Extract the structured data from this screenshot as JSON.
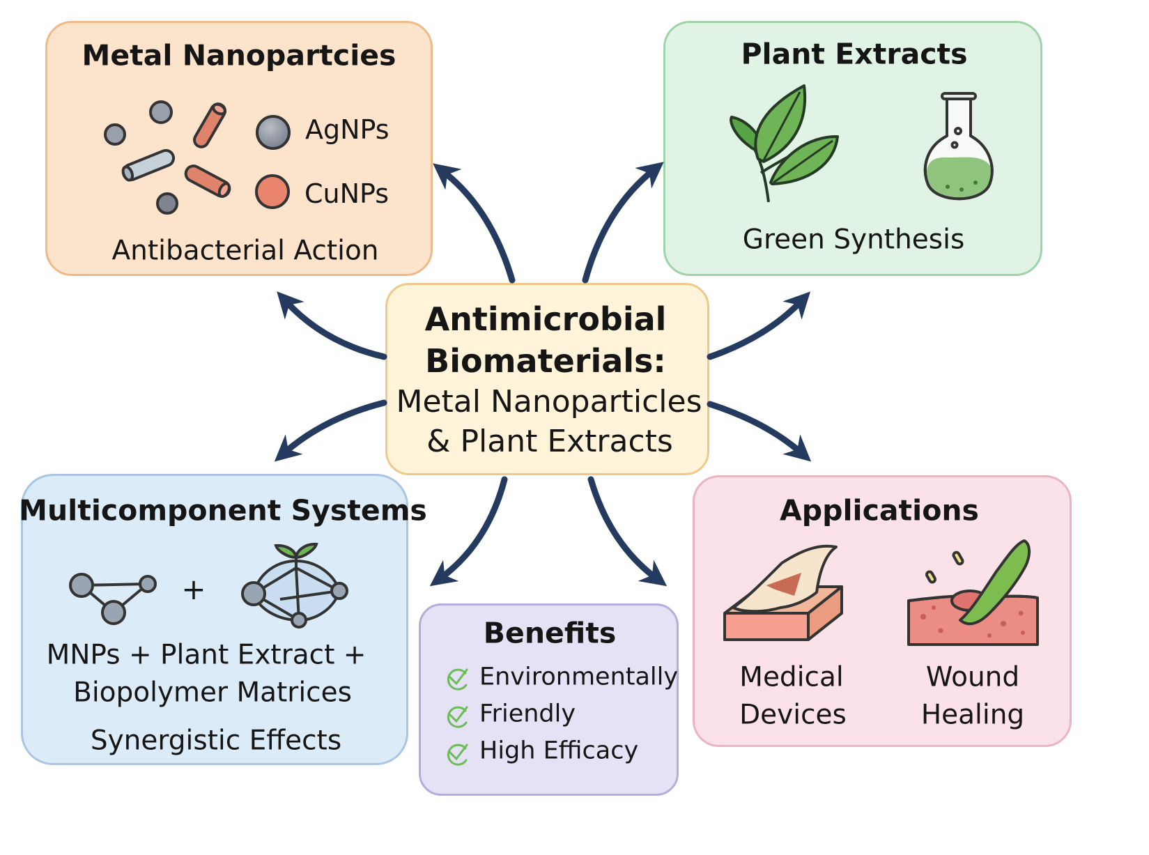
{
  "diagram": {
    "center": {
      "title_line1": "Antimicrobial",
      "title_line2": "Biomaterials:",
      "sub_line1": "Metal Nanoparticles",
      "sub_line2": "& Plant Extracts"
    },
    "metal_nanoparticles": {
      "title": "Metal Nanopartcies",
      "legend": [
        "AgNPs",
        "CuNPs"
      ],
      "caption": "Antibacterial Action"
    },
    "plant_extracts": {
      "title": "Plant Extracts",
      "caption": "Green Synthesis"
    },
    "multicomponent": {
      "title": "Multicomponent Systems",
      "plus": "+",
      "formula_line1": "MNPs + Plant Extract +",
      "formula_line2": "Biopolymer Matrices",
      "caption": "Synergistic Effects"
    },
    "benefits": {
      "title": "Benefits",
      "items": [
        "Environmentally",
        "Friendly",
        "High Efficacy"
      ]
    },
    "applications": {
      "title": "Applications",
      "medical_line1": "Medical",
      "medical_line2": "Devices",
      "wound_line1": "Wound",
      "wound_line2": "Healing"
    },
    "colors": {
      "arrow": "#243a5e",
      "metal_fill": "#fbe3cc",
      "metal_border": "#eebb88",
      "plant_fill": "#e0f3e4",
      "plant_border": "#9fd3ab",
      "center_fill": "#fff4d9",
      "center_border": "#f0c98a",
      "multi_fill": "#dcebf8",
      "multi_border": "#a8c6e3",
      "benefits_fill": "#e4e2f4",
      "benefits_border": "#b3addb",
      "apps_fill": "#fbe2e8",
      "apps_border": "#eab4c2",
      "check": "#6dbb58"
    }
  }
}
